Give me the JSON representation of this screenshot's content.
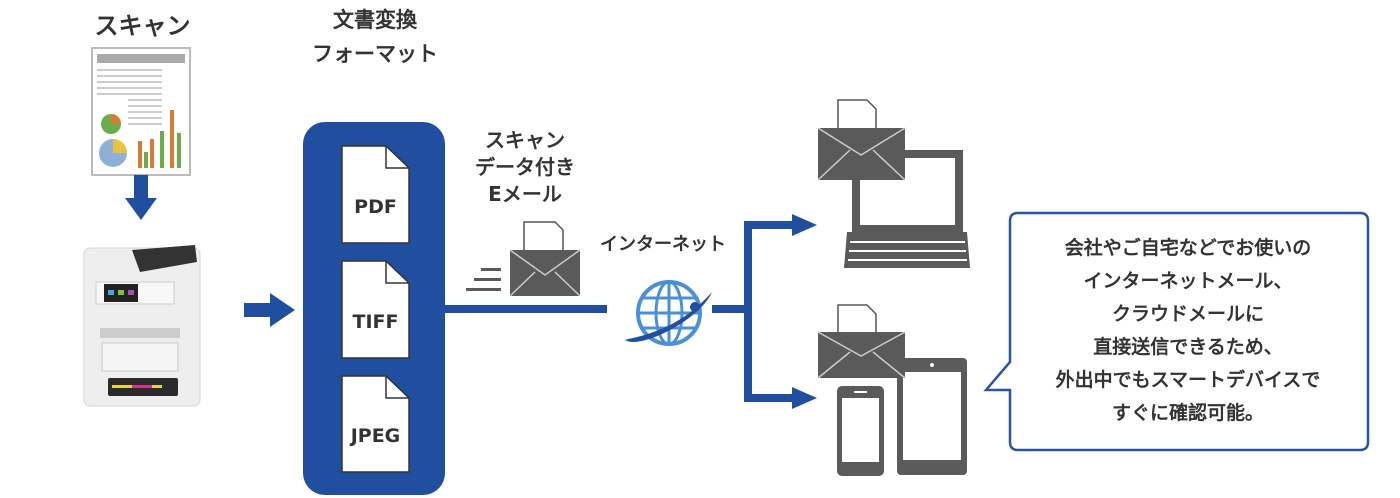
{
  "step_scan": {
    "title": "スキャン"
  },
  "conversion": {
    "title_line1": "文書変換",
    "title_line2": "フォーマット",
    "formats": [
      "PDF",
      "TIFF",
      "JPEG"
    ]
  },
  "email_label": {
    "line1": "スキャン",
    "line2": "データ付き",
    "line3": "Eメール"
  },
  "internet_label": "インターネット",
  "callout": {
    "lines": [
      "会社やご自宅などでお使いの",
      "インターネットメール、",
      "クラウドメールに",
      "直接送信できるため、",
      "外出中でもスマートデバイスで",
      "すぐに確認可能。"
    ]
  },
  "colors": {
    "accent": "#1f4f9e",
    "icon": "#5a5a5a",
    "globe": "#4a90d9"
  }
}
